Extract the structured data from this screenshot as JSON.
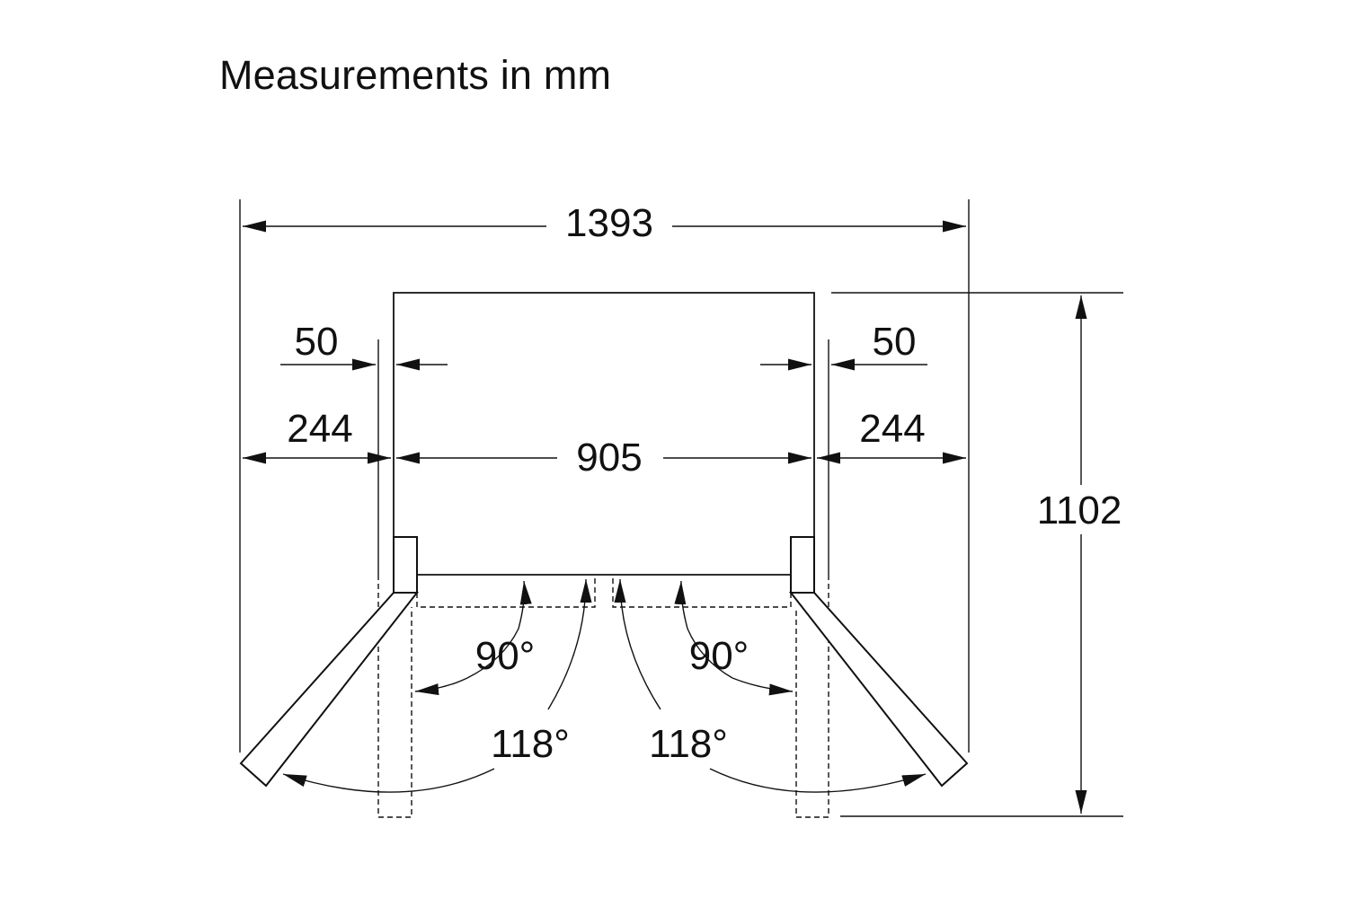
{
  "title": "Measurements in mm",
  "dimensions": {
    "overall_width": "1393",
    "body_width": "905",
    "side_clearance_left": "244",
    "side_clearance_right": "244",
    "door_offset_left": "50",
    "door_offset_right": "50",
    "overall_depth": "1102"
  },
  "angles": {
    "left_stop": "90°",
    "right_stop": "90°",
    "left_max": "118°",
    "right_max": "118°"
  }
}
